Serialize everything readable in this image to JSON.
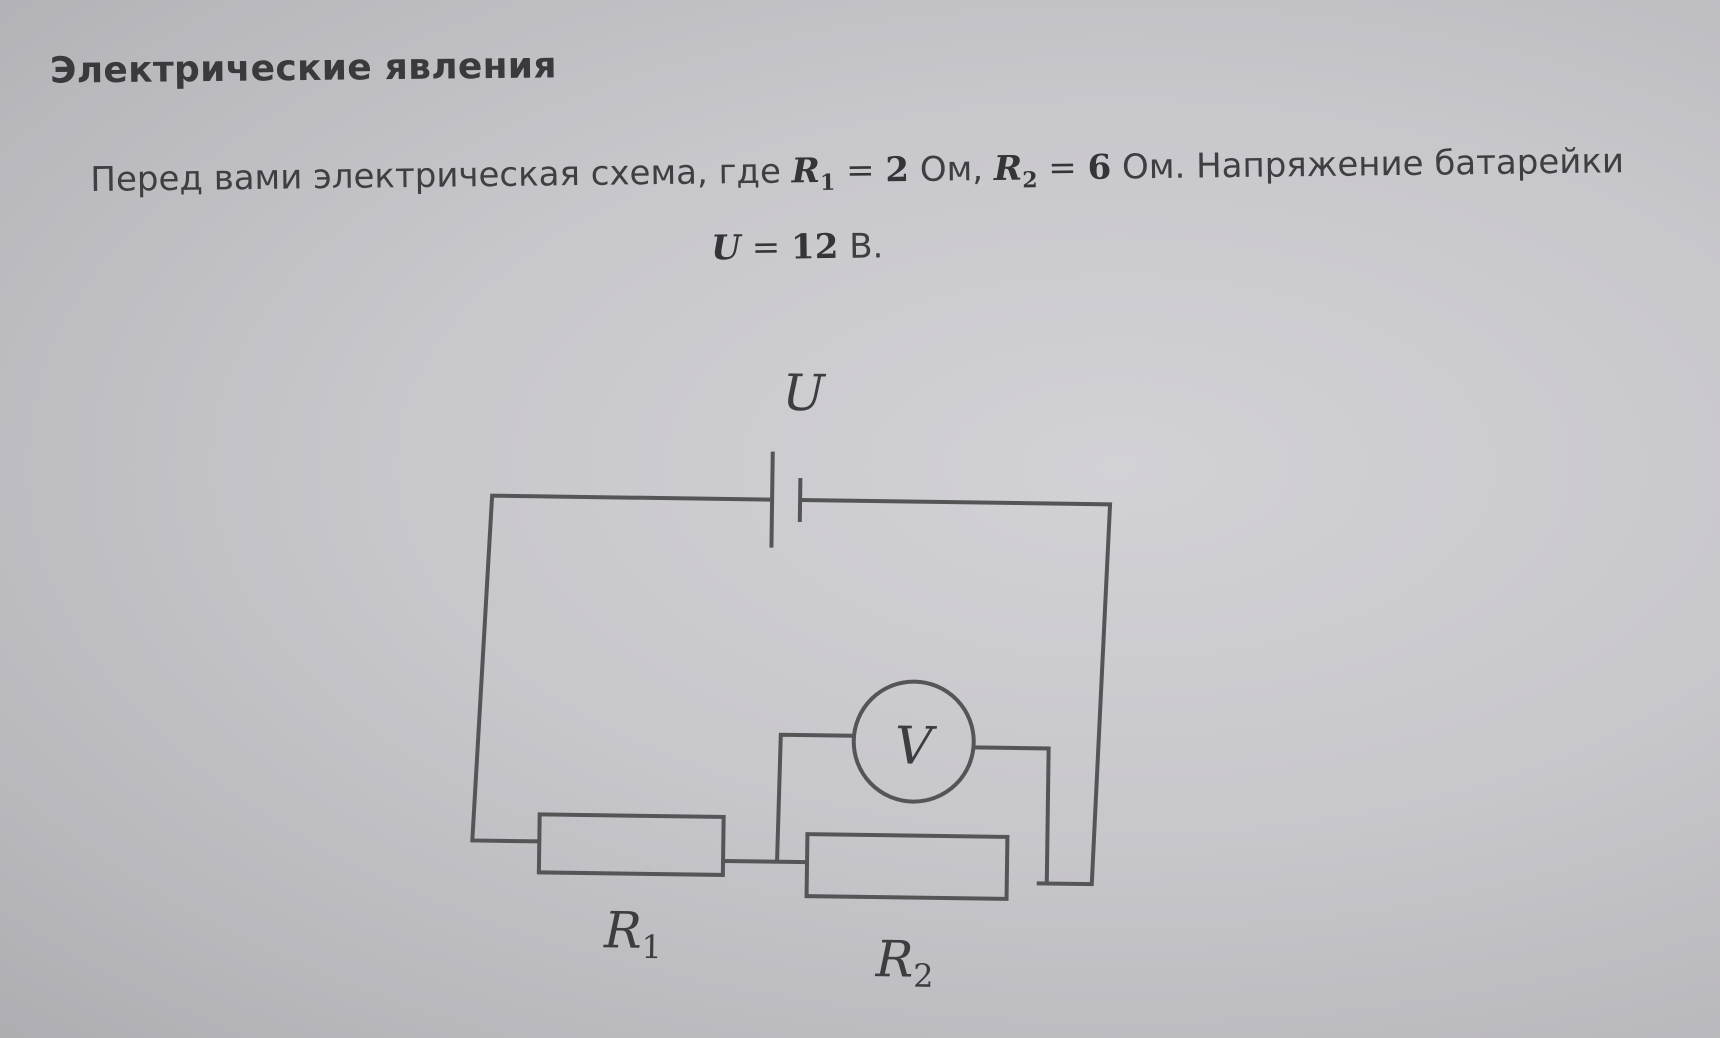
{
  "header": {
    "title": "Электрические явления"
  },
  "problem": {
    "intro": "Перед вами электрическая схема, где",
    "r1_symbol": "R",
    "r1_index": "1",
    "eq": "=",
    "r1_value": "2",
    "unit_ohm_comma": "Ом,",
    "r2_symbol": "R",
    "r2_index": "2",
    "r2_value": "6",
    "unit_ohm_dot": "Ом.",
    "voltage_text": "Напряжение батарейки",
    "u_symbol": "U",
    "u_value": "12",
    "unit_volt": "В."
  },
  "diagram": {
    "battery_label": "U",
    "voltmeter_label": "V",
    "r1_label": "R",
    "r1_index": "1",
    "r2_label": "R",
    "r2_index": "2",
    "line_color": "#555558"
  }
}
